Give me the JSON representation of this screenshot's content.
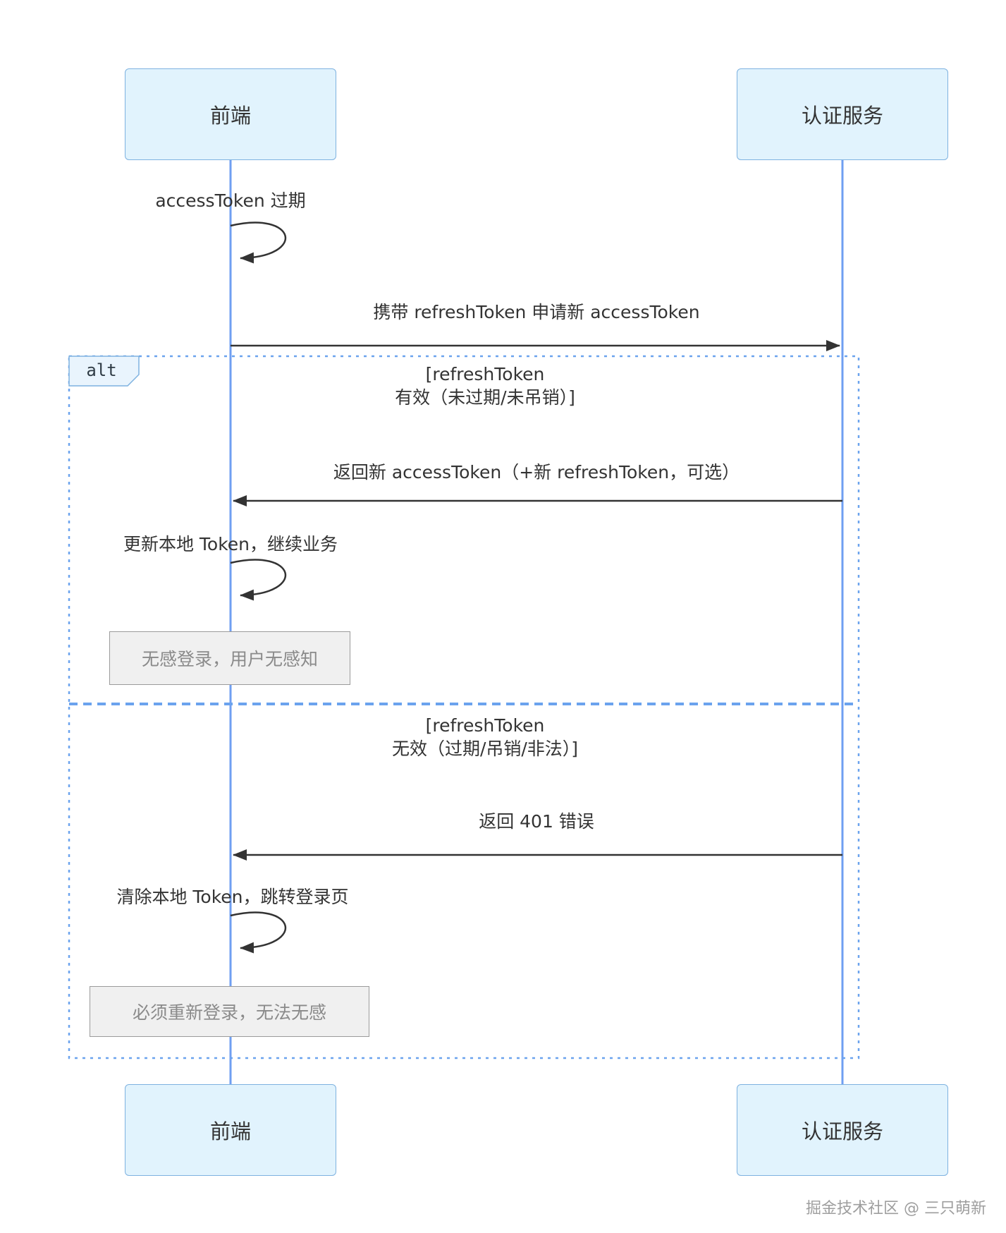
{
  "participants": [
    {
      "label": "前端"
    },
    {
      "label": "认证服务"
    }
  ],
  "alt": {
    "label": "alt",
    "branch1_condition_line1": "[refreshToken",
    "branch1_condition_line2": "有效（未过期/未吊销）]",
    "branch2_condition_line1": "[refreshToken",
    "branch2_condition_line2": "无效（过期/吊销/非法）]"
  },
  "messages": {
    "self_token_expired": "accessToken 过期",
    "request_new_token": "携带 refreshToken 申请新 accessToken",
    "return_new_token": "返回新 accessToken（+新 refreshToken，可选）",
    "self_update_local": "更新本地 Token，继续业务",
    "note_silent_login": "无感登录，用户无感知",
    "return_401": "返回 401 错误",
    "self_clear_local": "清除本地 Token，跳转登录页",
    "note_relogin": "必须重新登录，无法无感"
  },
  "footer": "掘金技术社区 @ 三只萌新",
  "colors": {
    "participant_fill": "#e1f3fd",
    "participant_border": "#7eb2e0",
    "alt_label_fill": "#e9f4fd",
    "lifeline": "#6f9ff2",
    "frame_border": "#6ba3ee",
    "arrow": "#333333",
    "note_fill": "#f0f0f0",
    "note_border": "#9b9b9b",
    "note_text": "#8a8a8a"
  }
}
